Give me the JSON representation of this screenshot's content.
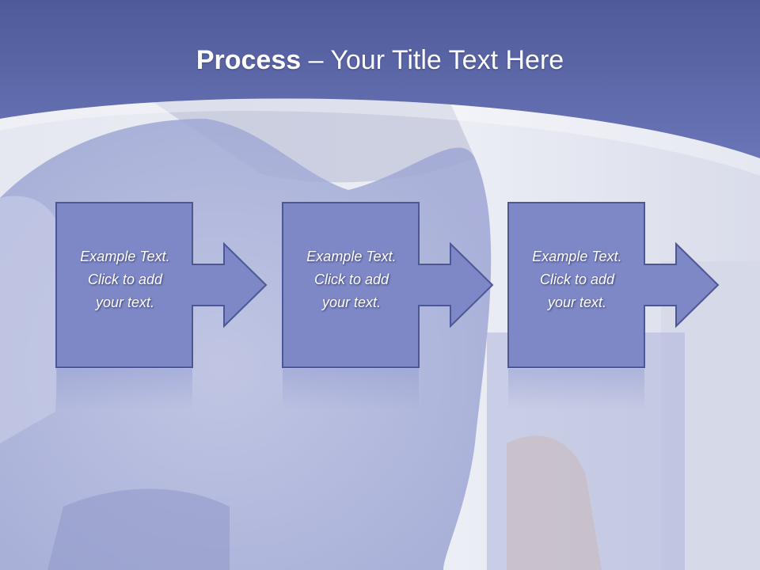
{
  "slide": {
    "title_bold": "Process",
    "title_rest": " – Your Title Text Here"
  },
  "steps": [
    {
      "text": "Example Text.\nClick  to add\nyour text."
    },
    {
      "text": "Example Text.\nClick  to add\nyour text."
    },
    {
      "text": "Example Text.\nClick  to add\nyour text."
    }
  ],
  "colors": {
    "header": "#5c67ab",
    "shape_fill": "#7e88c6",
    "shape_stroke": "#4d5793",
    "background": "#e9ebf3"
  }
}
